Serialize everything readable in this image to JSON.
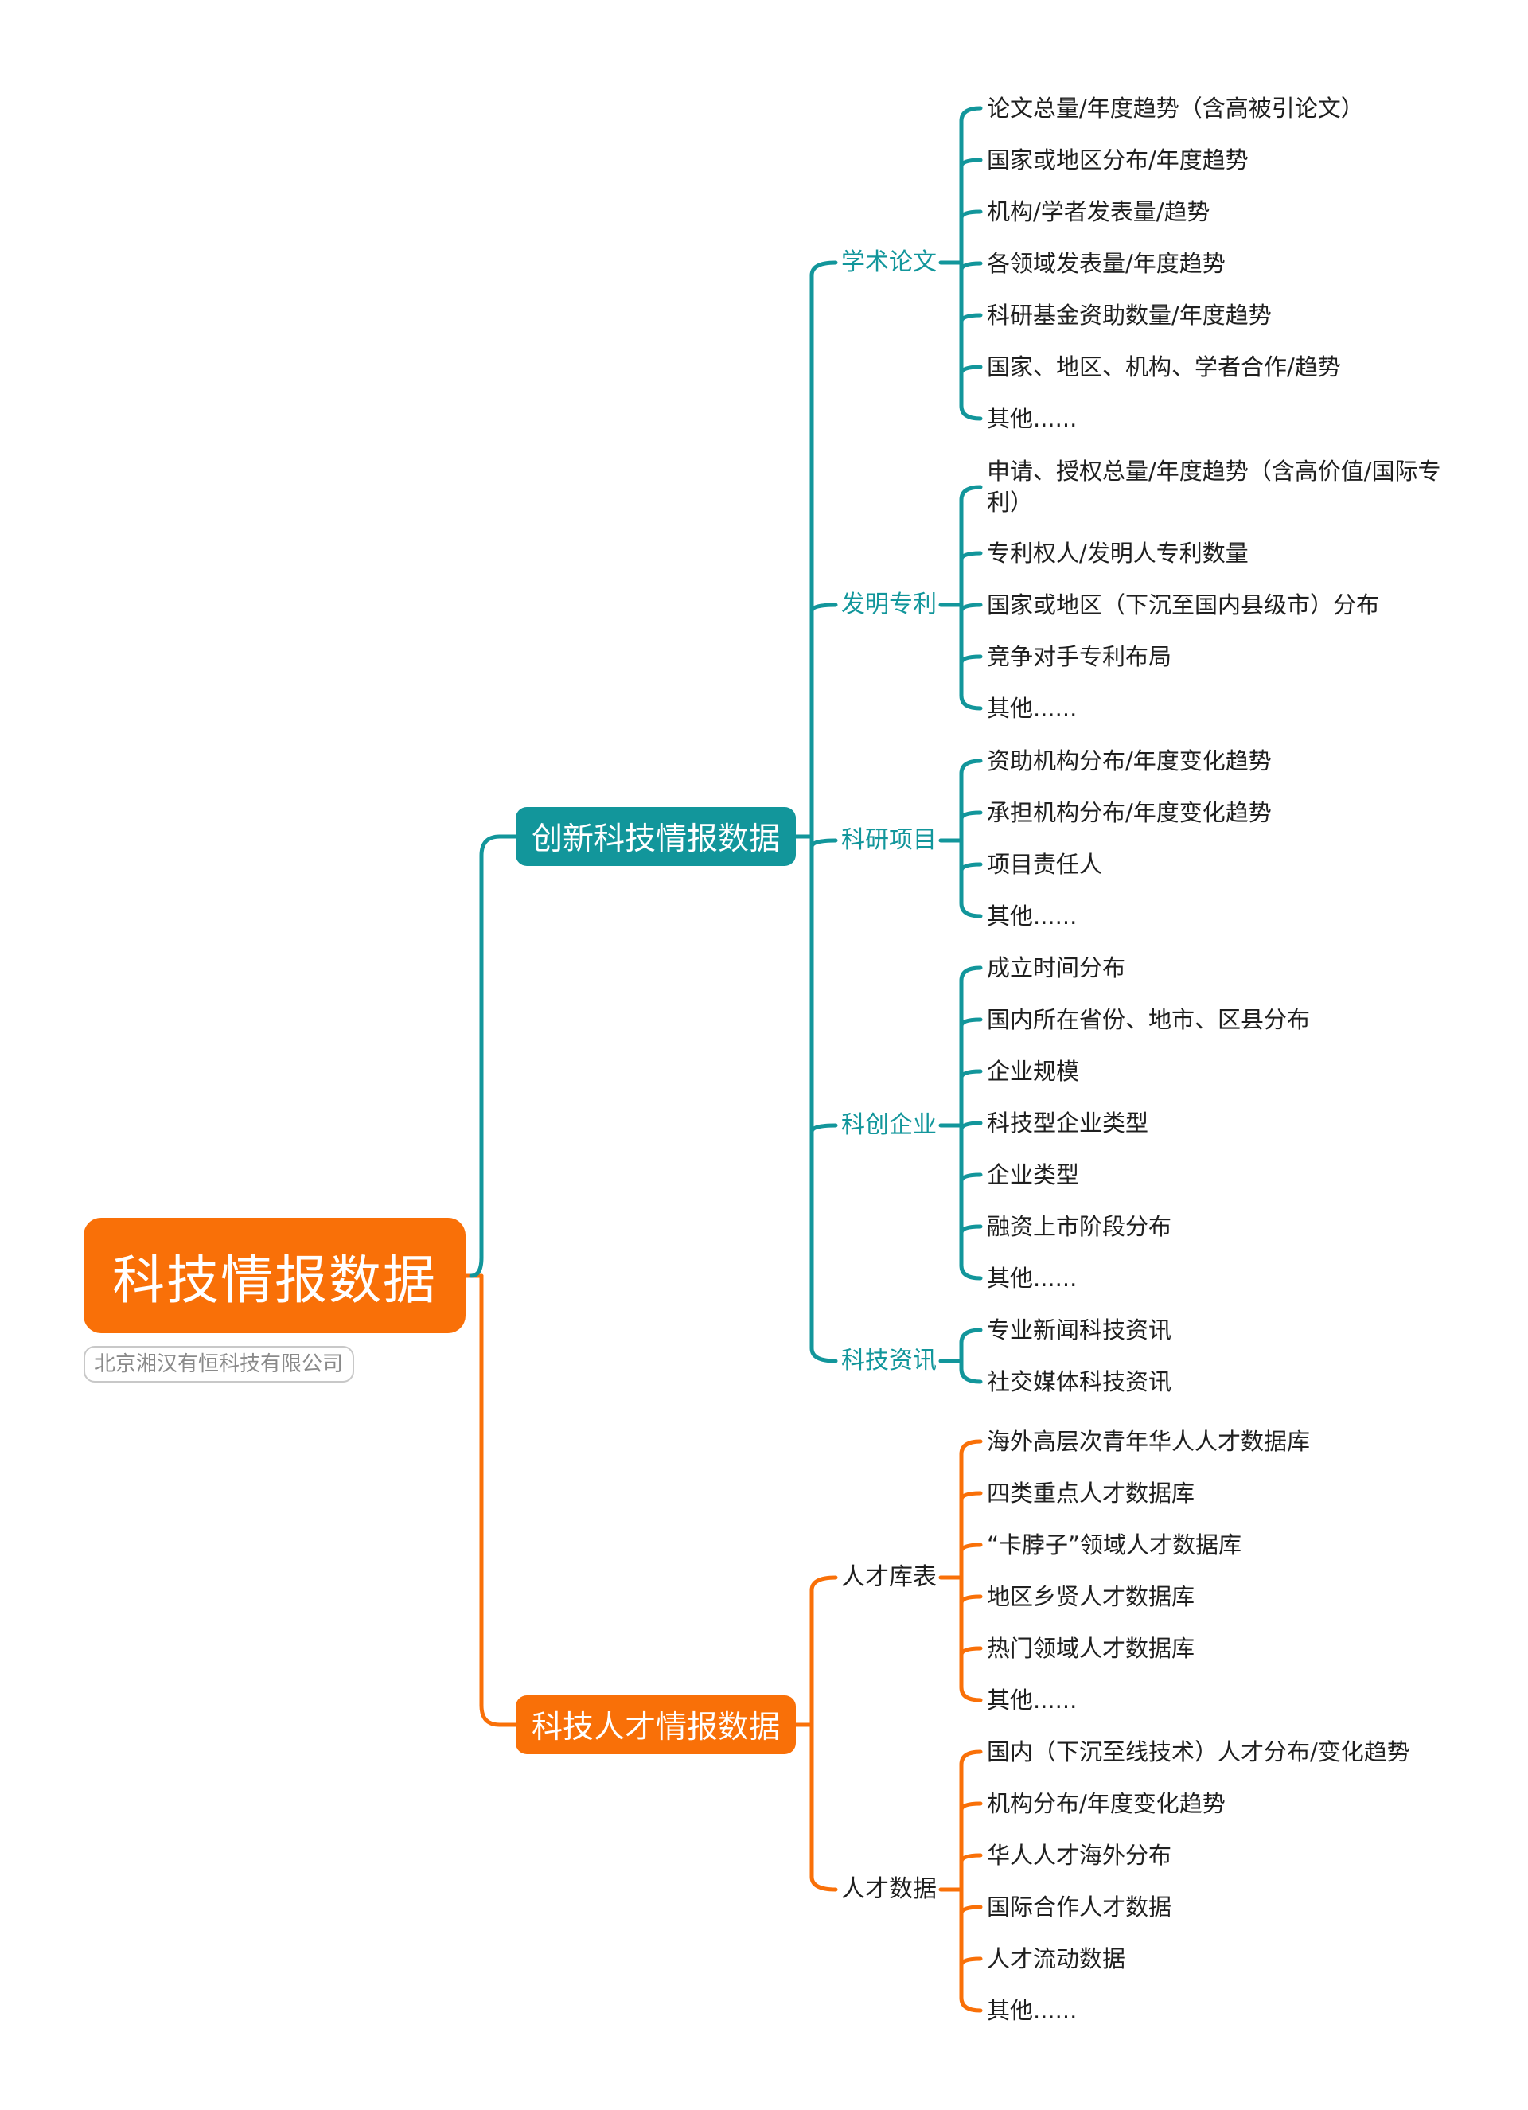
{
  "root": {
    "title": "科技情报数据",
    "subtitle": "北京湘汉有恒科技有限公司"
  },
  "colors": {
    "teal": "#12969b",
    "orange": "#f97008",
    "text": "#1f1f1f"
  },
  "branches": [
    {
      "label": "创新科技情报数据",
      "color": "teal",
      "groups": [
        {
          "label": "学术论文",
          "leaves": [
            "论文总量/年度趋势（含高被引论文）",
            "国家或地区分布/年度趋势",
            "机构/学者发表量/趋势",
            "各领域发表量/年度趋势",
            "科研基金资助数量/年度趋势",
            "国家、地区、机构、学者合作/趋势",
            "其他......"
          ]
        },
        {
          "label": "发明专利",
          "leaves": [
            "申请、授权总量/年度趋势（含高价值/国际专利）",
            "专利权人/发明人专利数量",
            "国家或地区（下沉至国内县级市）分布",
            "竞争对手专利布局",
            "其他......"
          ]
        },
        {
          "label": "科研项目",
          "leaves": [
            "资助机构分布/年度变化趋势",
            "承担机构分布/年度变化趋势",
            "项目责任人",
            "其他......"
          ]
        },
        {
          "label": "科创企业",
          "leaves": [
            "成立时间分布",
            "国内所在省份、地市、区县分布",
            "企业规模",
            "科技型企业类型",
            "企业类型",
            "融资上市阶段分布",
            "其他......"
          ]
        },
        {
          "label": "科技资讯",
          "leaves": [
            "专业新闻科技资讯",
            "社交媒体科技资讯"
          ]
        }
      ]
    },
    {
      "label": "科技人才情报数据",
      "color": "orange",
      "groups": [
        {
          "label": "人才库表",
          "leaves": [
            "海外高层次青年华人人才数据库",
            "四类重点人才数据库",
            "“卡脖子”领域人才数据库",
            "地区乡贤人才数据库",
            "热门领域人才数据库",
            "其他......"
          ]
        },
        {
          "label": "人才数据",
          "leaves": [
            "国内（下沉至线技术）人才分布/变化趋势",
            "机构分布/年度变化趋势",
            "华人人才海外分布",
            "国际合作人才数据",
            "人才流动数据",
            "其他......"
          ]
        }
      ]
    }
  ]
}
